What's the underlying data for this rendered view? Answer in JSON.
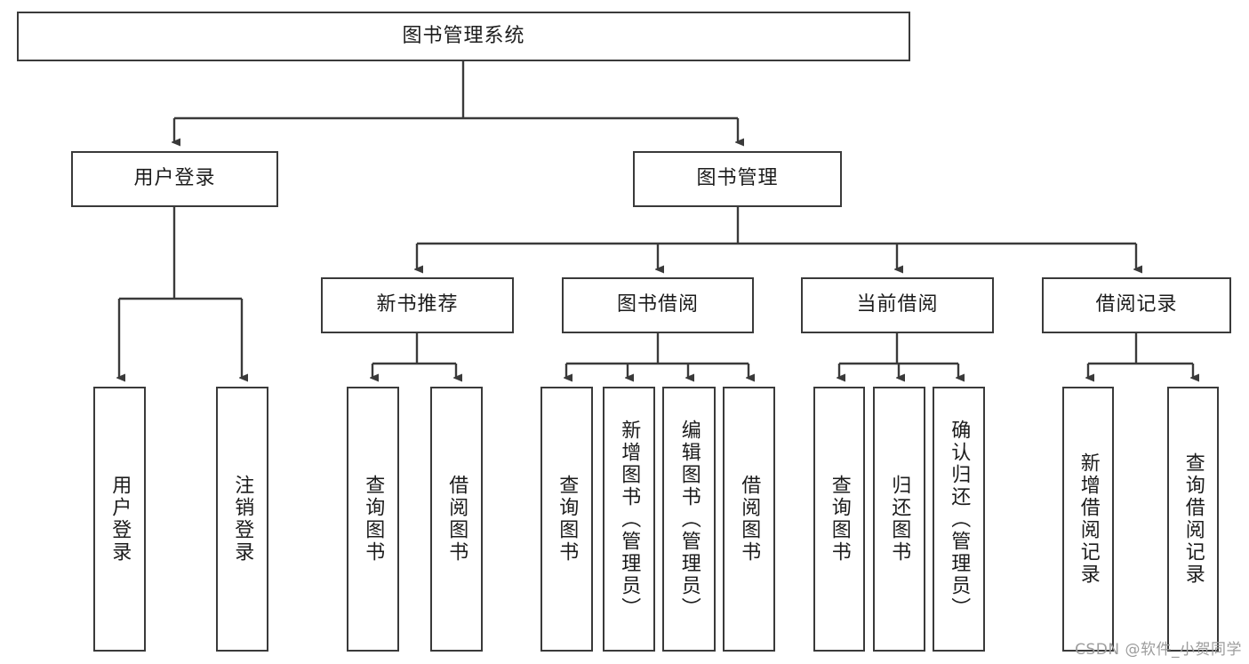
{
  "diagram": {
    "title": "图书管理系统",
    "watermark": "CSDN @软件_小贺同学",
    "colors": {
      "box_border": "#3a3a3a",
      "box_fill": "#ffffff",
      "edge": "#3a3a3a",
      "text": "#1c1c1c",
      "watermark": "#9d9d9d",
      "background": "#ffffff"
    },
    "root": {
      "label": "图书管理系统"
    },
    "level1": [
      {
        "label": "用户登录"
      },
      {
        "label": "图书管理"
      }
    ],
    "level2": [
      {
        "label": "新书推荐"
      },
      {
        "label": "图书借阅"
      },
      {
        "label": "当前借阅"
      },
      {
        "label": "借阅记录"
      }
    ],
    "leaves": {
      "user_login": [
        {
          "label": "用户登录"
        },
        {
          "label": "注销登录"
        }
      ],
      "new_book_recommend": [
        {
          "label": "查询图书"
        },
        {
          "label": "借阅图书"
        }
      ],
      "book_borrow": [
        {
          "label": "查询图书"
        },
        {
          "label": "新增图书（管理员）"
        },
        {
          "label": "编辑图书（管理员）"
        },
        {
          "label": "借阅图书"
        }
      ],
      "current_borrow": [
        {
          "label": "查询图书"
        },
        {
          "label": "归还图书"
        },
        {
          "label": "确认归还（管理员）"
        }
      ],
      "borrow_record": [
        {
          "label": "新增借阅记录"
        },
        {
          "label": "查询借阅记录"
        }
      ]
    }
  }
}
